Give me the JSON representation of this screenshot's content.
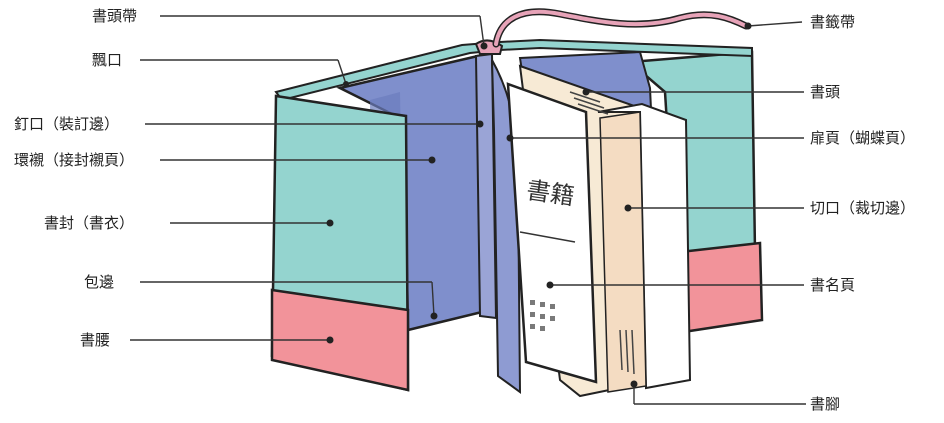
{
  "labels_left": [
    "書頭帶",
    "飄口",
    "釘口（裝訂邊）",
    "環襯（接封襯頁）",
    "書封（書衣）",
    "包邊",
    "書腰"
  ],
  "labels_right": [
    "書籤帶",
    "書頭",
    "扉頁（蝴蝶頁）",
    "切口（裁切邊）",
    "書名頁",
    "書腳"
  ],
  "title_page_text": "書籍",
  "colors": {
    "cover_teal": "#94d4cf",
    "endpaper_blue": "#7f8fcc",
    "belly_band_pink": "#f2939a",
    "ribbon_pink": "#e7a3b8",
    "page_cream": "#f7ead5",
    "outline": "#222222"
  }
}
